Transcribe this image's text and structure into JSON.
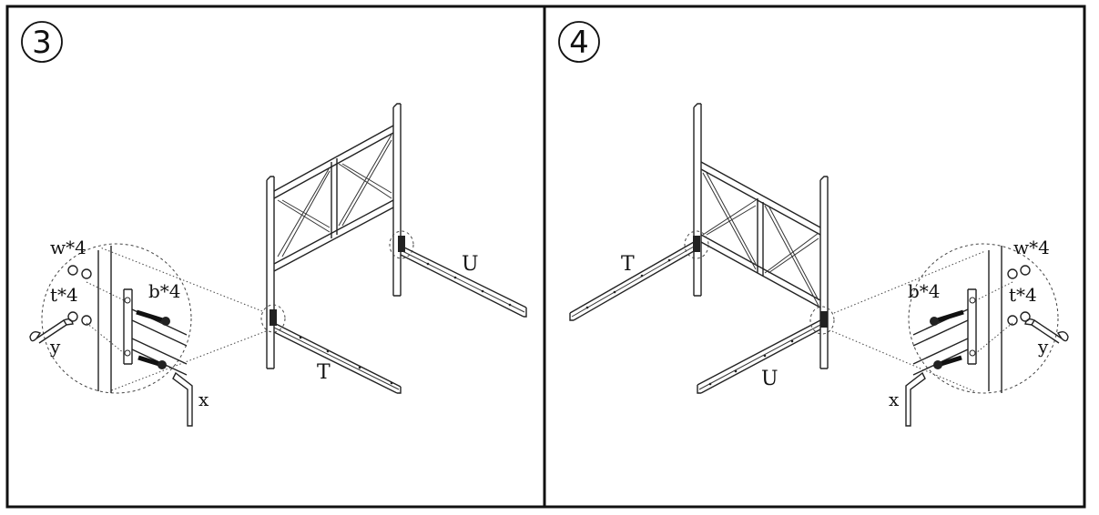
{
  "panels": [
    {
      "step": "3",
      "labels": {
        "washer": "w*4",
        "nut": "t*4",
        "bolt": "b*4",
        "wrench": "y",
        "hexkey": "x",
        "rail_front": "T",
        "rail_back": "U"
      }
    },
    {
      "step": "4",
      "labels": {
        "washer": "w*4",
        "nut": "t*4",
        "bolt": "b*4",
        "wrench": "y",
        "hexkey": "x",
        "rail_front": "U",
        "rail_back": "T"
      }
    }
  ]
}
